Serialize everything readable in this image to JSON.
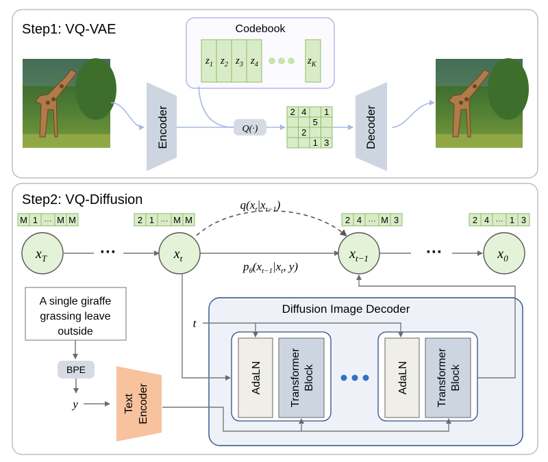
{
  "step1": {
    "title": "Step1: VQ-VAE",
    "codebook": {
      "label": "Codebook",
      "entries": [
        "z",
        "z",
        "z",
        "z"
      ],
      "entry_subs": [
        "1",
        "2",
        "3",
        "4"
      ],
      "last_entry": "z",
      "last_sub": "K"
    },
    "quantizer": "Q(·)",
    "encoder": "Encoder",
    "decoder": "Decoder",
    "grid": [
      [
        "2",
        "4",
        "",
        "1"
      ],
      [
        "",
        "",
        "5",
        ""
      ],
      [
        "",
        "2",
        "",
        ""
      ],
      [
        "",
        "",
        "1",
        "3"
      ]
    ]
  },
  "step2": {
    "title": "Step2: VQ-Diffusion",
    "token_strips": {
      "xT": [
        "M",
        "1",
        "···",
        "M",
        "M"
      ],
      "xt": [
        "2",
        "1",
        "···",
        "M",
        "M"
      ],
      "xt1": [
        "2",
        "4",
        "···",
        "M",
        "3"
      ],
      "x0": [
        "2",
        "4",
        "···",
        "1",
        "3"
      ]
    },
    "nodes": {
      "xT": {
        "main": "x",
        "sub": "T"
      },
      "xt": {
        "main": "x",
        "sub": "t"
      },
      "xt1": {
        "main": "x",
        "sub": "t−1"
      },
      "x0": {
        "main": "x",
        "sub": "0"
      }
    },
    "ellipsis": "···",
    "q_label": "q(x_t|x_{t−1})",
    "p_label": "p_θ(x_{t−1}|x_t, y)",
    "text_prompt": [
      "A single giraffe",
      "grassing leave",
      "outside"
    ],
    "bpe": "BPE",
    "y": "y",
    "t": "t",
    "text_encoder": [
      "Text",
      "Encoder"
    ],
    "decoder_title": "Diffusion Image Decoder",
    "adaln": "AdaLN",
    "transformer": [
      "Transformer",
      "Block"
    ]
  },
  "colors": {
    "green_fill": "#d9ecc8",
    "green_stroke": "#8dbb6a",
    "trapezoid": "#cdd5e0",
    "quantizer": "#d6dbe3",
    "codebook_border": "#b9b4e8",
    "decoder_fill": "#eef2f8",
    "decoder_border": "#2e4f86",
    "adaln_fill": "#efefe8",
    "transformer_fill": "#cdd5e0",
    "text_encoder": "#f7c29d",
    "dots_blue": "#2e74c0"
  }
}
